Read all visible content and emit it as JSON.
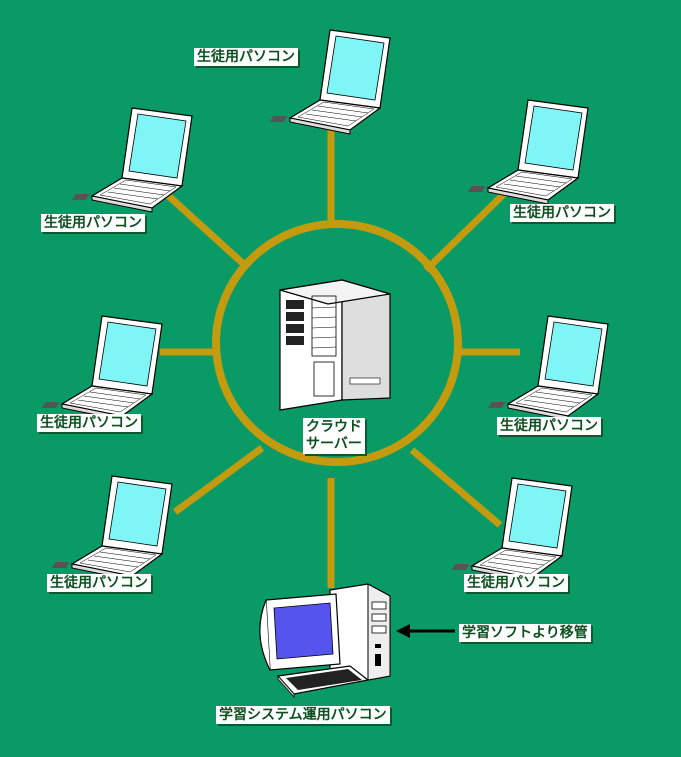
{
  "colors": {
    "background": "#0a9a65",
    "link": "#c49a0e",
    "screen": "#7ff5f5",
    "desktop_screen": "#5555ee",
    "label_text": "#0b4f1e",
    "label_bg": "#ffffff"
  },
  "server": {
    "icon": "server-tower-icon",
    "label_line1": "クラウド",
    "label_line2": "サーバー"
  },
  "clients": [
    {
      "label": "生徒用パソコン"
    },
    {
      "label": "生徒用パソコン"
    },
    {
      "label": "生徒用パソコン"
    },
    {
      "label": "生徒用パソコン"
    },
    {
      "label": "生徒用パソコン"
    },
    {
      "label": "生徒用パソコン"
    },
    {
      "label": "生徒用パソコン"
    }
  ],
  "admin": {
    "icon": "desktop-computer-icon",
    "label": "学習システム運用パソコン",
    "annotation": "学習ソフトより移管"
  }
}
